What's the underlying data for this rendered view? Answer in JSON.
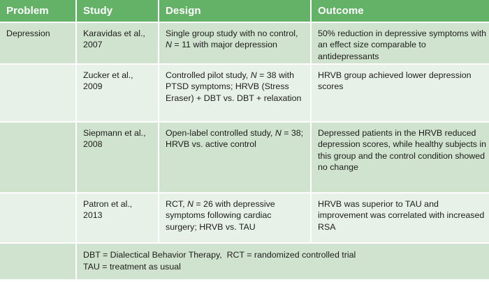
{
  "table": {
    "colors": {
      "header_bg": "#63B268",
      "header_text": "#FFFFFF",
      "row_dark": "#CFE3CE",
      "row_light": "#E8F1E7",
      "body_text": "#1D1D1B",
      "gutter": "#FFFFFF"
    },
    "columns": [
      {
        "key": "problem",
        "label": "Problem"
      },
      {
        "key": "study",
        "label": "Study"
      },
      {
        "key": "design",
        "label": "Design"
      },
      {
        "key": "outcome",
        "label": "Outcome"
      }
    ],
    "rows": [
      {
        "problem": "Depression",
        "study": "Karavidas et al., 2007",
        "design_pre": "Single group study with no control, ",
        "design_em": "N",
        "design_post": " = 11 with major depression",
        "outcome": "50% reduction in depressive symptoms with an effect size comparable to antidepressants"
      },
      {
        "problem": "",
        "study": "Zucker et al., 2009",
        "design_pre": "Controlled pilot study, ",
        "design_em": "N",
        "design_post": " = 38 with PTSD symptoms; HRVB (Stress Eraser) + DBT vs. DBT + relaxation",
        "outcome": "HRVB group achieved lower depression scores"
      },
      {
        "problem": "",
        "study": "Siepmann et al., 2008",
        "design_pre": "Open-label controlled study, ",
        "design_em": "N",
        "design_post": " = 38; HRVB vs. active control",
        "outcome": "Depressed patients in the HRVB reduced depression scores, while healthy subjects in this group and the control condition showed no change"
      },
      {
        "problem": "",
        "study": "Patron et al., 2013",
        "design_pre": "RCT, ",
        "design_em": "N",
        "design_post": " = 26 with depressive symptoms following cardiac surgery; HRVB vs. TAU",
        "outcome": "HRVB was superior to TAU and improvement was correlated with increased RSA"
      }
    ],
    "footnote": {
      "line1": "DBT = Dialectical Behavior Therapy,  RCT = randomized controlled trial",
      "line2": "TAU = treatment as usual"
    }
  }
}
